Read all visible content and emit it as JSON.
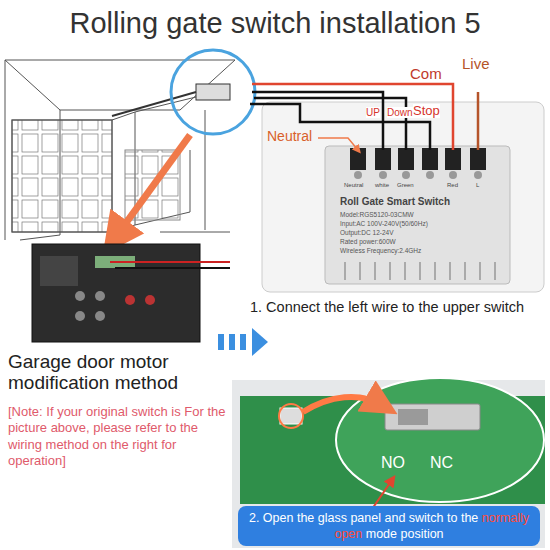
{
  "diagram": {
    "title": "Rolling gate switch installation 5",
    "nodes": [
      {
        "text": [
          "2. Open the glass panel and switch to the",
          "normally open",
          "mode position"
        ]
      }
    ],
    "labels": [
      "Com",
      "Live",
      "UP",
      "Down",
      "Stop",
      "Neutral",
      "Neutral",
      "white",
      "Green",
      "Red",
      "L",
      "Roll Gate Smart Switch",
      "Model:RGS5120-03CMW",
      "Input:AC 100V-240V(50/60Hz)",
      "Output:DC 12-24V",
      "Rated power:600W",
      "Wireless Frequency:2.4GHz",
      "1. Connect the left wire to the upper switch",
      "Garage door motor modification method",
      "[Note: If your original switch is For the picture above, please refer to the wiring method on the right for operation]",
      "NO",
      "NC"
    ]
  }
}
